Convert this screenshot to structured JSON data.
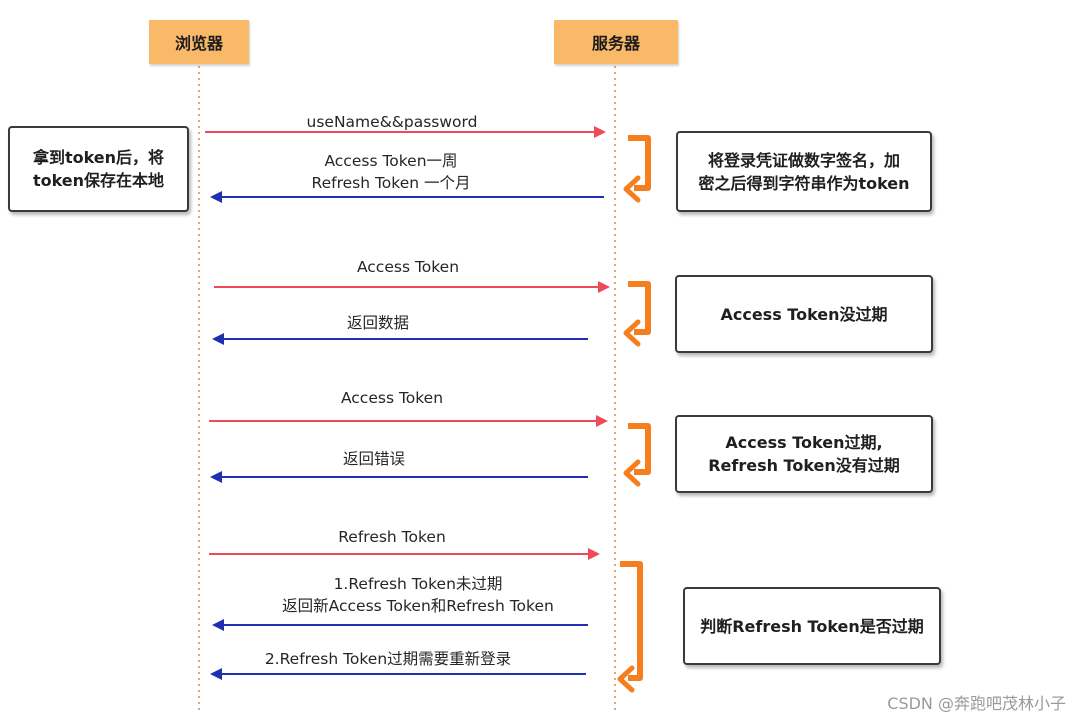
{
  "colors": {
    "request_arrow": "#ee4a5a",
    "response_arrow": "#1f2fb0",
    "participant_fill": "#f9b968",
    "lifeline": "#f2a45a",
    "process_arrow": "#f57f1f",
    "note_border": "#3a3a3a"
  },
  "participants": {
    "browser": "浏览器",
    "server": "服务器"
  },
  "messages": [
    {
      "lines": [
        "useName&&password"
      ],
      "direction": "to-server",
      "arrow_color": "request"
    },
    {
      "lines": [
        "Access Token一周",
        "Refresh Token 一个月"
      ],
      "direction": "to-browser",
      "arrow_color": "response"
    },
    {
      "lines": [
        "Access Token"
      ],
      "direction": "to-server",
      "arrow_color": "request"
    },
    {
      "lines": [
        "返回数据"
      ],
      "direction": "to-browser",
      "arrow_color": "response"
    },
    {
      "lines": [
        "Access Token"
      ],
      "direction": "to-server",
      "arrow_color": "request"
    },
    {
      "lines": [
        "返回错误"
      ],
      "direction": "to-browser",
      "arrow_color": "response"
    },
    {
      "lines": [
        "Refresh Token"
      ],
      "direction": "to-server",
      "arrow_color": "request"
    },
    {
      "lines": [
        "1.Refresh Token未过期",
        "返回新Access Token和Refresh Token"
      ],
      "direction": "to-browser",
      "arrow_color": "response"
    },
    {
      "lines": [
        "2.Refresh Token过期需要重新登录"
      ],
      "direction": "to-browser",
      "arrow_color": "response"
    }
  ],
  "notes": {
    "browser_store": [
      "拿到token后，将",
      "token保存在本地"
    ],
    "server_sign": [
      "将登录凭证做数字签名，加",
      "密之后得到字符串作为token"
    ],
    "access_valid": [
      "Access Token没过期"
    ],
    "access_expired": [
      "Access Token过期,",
      "Refresh Token没有过期"
    ],
    "refresh_check": [
      "判断Refresh Token是否过期"
    ]
  },
  "watermark": "CSDN @奔跑吧茂林小子"
}
